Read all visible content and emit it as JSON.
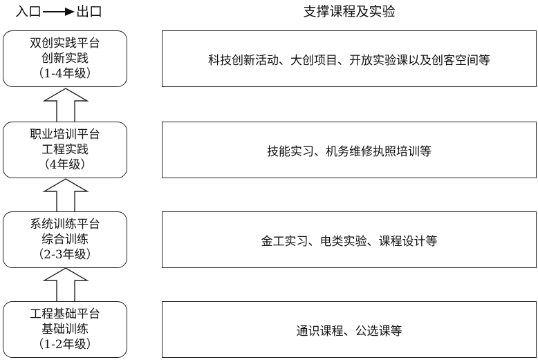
{
  "header": {
    "left_from": "入口",
    "left_to": "出口",
    "right": "支撑课程及实验"
  },
  "stages": [
    {
      "title": "双创实践平台",
      "subtitle": "创新实践",
      "grade": "（1-4年级）",
      "courses": "科技创新活动、大创项目、开放实验课以及创客空间等"
    },
    {
      "title": "职业培训平台",
      "subtitle": "工程实践",
      "grade": "（4年级）",
      "courses": "技能实习、机务维修执照培训等"
    },
    {
      "title": "系统训练平台",
      "subtitle": "综合训练",
      "grade": "（2-3年级）",
      "courses": "金工实习、电类实验、课程设计等"
    },
    {
      "title": "工程基础平台",
      "subtitle": "基础训练",
      "grade": "（1-2年级）",
      "courses": "通识课程、公选课等"
    }
  ]
}
